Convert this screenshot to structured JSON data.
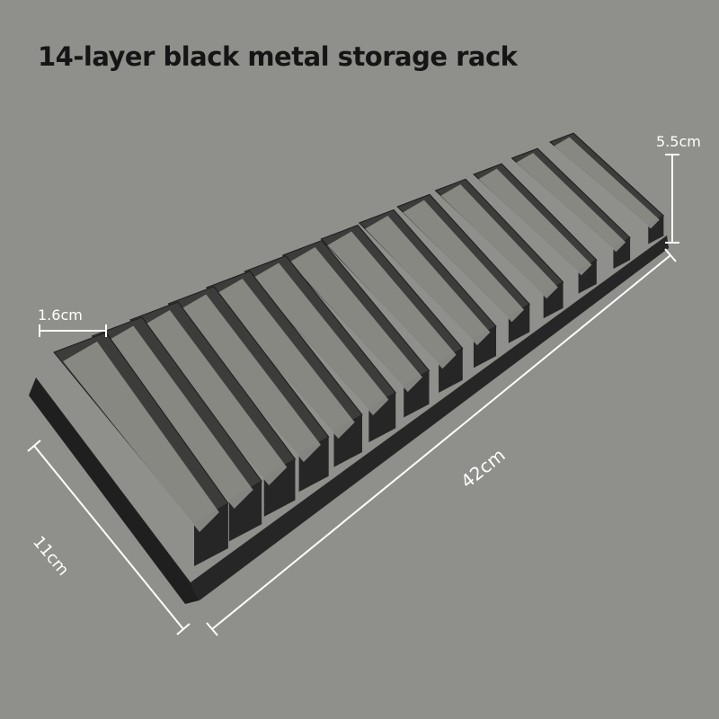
{
  "title": "14-layer black metal storage rack",
  "dimensions": {
    "height": "5.5cm",
    "gap": "1.6cm",
    "length": "42cm",
    "width": "11cm"
  },
  "product": {
    "layers": 14,
    "color": "#2e2e2e"
  },
  "colors": {
    "background": "#8f908b",
    "rack_dark": "#262626",
    "rack_light": "#3c3c3b",
    "dimension_line": "#ffffff"
  }
}
